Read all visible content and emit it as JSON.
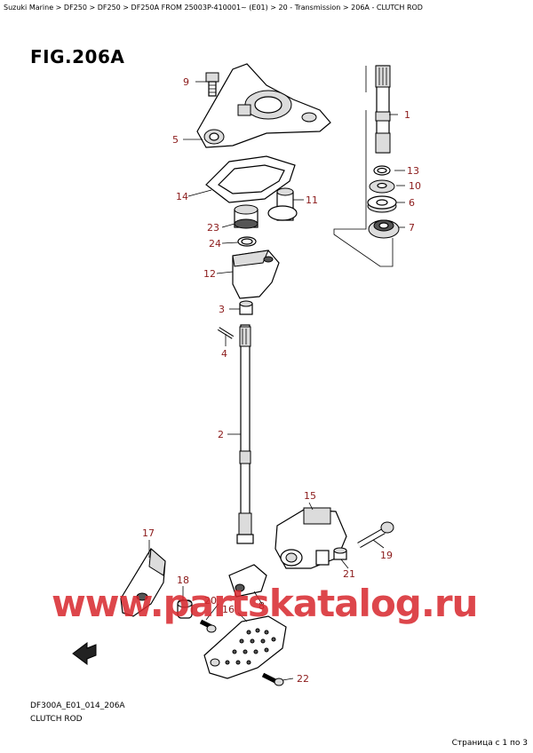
{
  "breadcrumb": "Suzuki Marine > DF250 > DF250 > DF250A FROM 25003P-410001~ (E01) > 20 - Transmission > 206A - CLUTCH ROD",
  "figure_title": "FIG.206A",
  "diagram_code": "DF300A_E01_014_206A",
  "caption": "CLUTCH ROD",
  "pagination": "Страница с 1 по 3",
  "watermark": "www.partskatalog.ru",
  "callouts": [
    "1",
    "2",
    "3",
    "4",
    "5",
    "6",
    "7",
    "8",
    "9",
    "10",
    "11",
    "12",
    "13",
    "14",
    "15",
    "16",
    "17",
    "18",
    "19",
    "20",
    "21",
    "22",
    "23",
    "24"
  ],
  "colors": {
    "callout": "#8b1a1a",
    "watermark": "#d8262c"
  }
}
